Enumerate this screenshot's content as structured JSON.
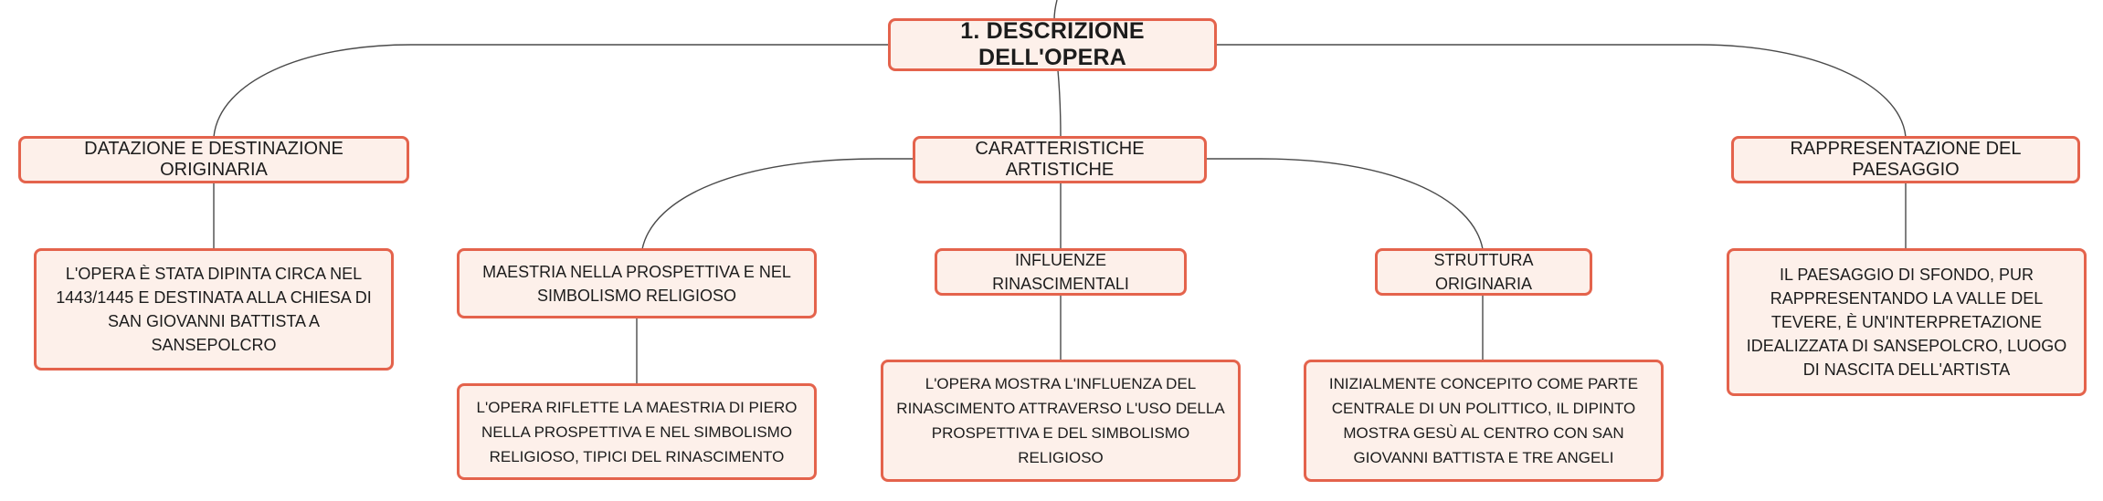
{
  "colors": {
    "node_border": "#e4634c",
    "node_fill": "#fdf0ea",
    "link": "#4a4a4a"
  },
  "root": {
    "label": "1. DESCRIZIONE DELL'OPERA"
  },
  "branches": {
    "datazione": {
      "label": "DATAZIONE E DESTINAZIONE ORIGINARIA",
      "detail": "L'OPERA È STATA DIPINTA CIRCA NEL 1443/1445 E DESTINATA ALLA CHIESA DI SAN GIOVANNI BATTISTA A SANSEPOLCRO"
    },
    "caratteristiche": {
      "label": "CARATTERISTICHE ARTISTICHE",
      "children": {
        "maestria": {
          "label": "MAESTRIA NELLA PROSPETTIVA E NEL SIMBOLISMO RELIGIOSO",
          "detail": "L'OPERA RIFLETTE LA MAESTRIA DI PIERO NELLA PROSPETTIVA E NEL SIMBOLISMO RELIGIOSO, TIPICI DEL RINASCIMENTO"
        },
        "influenze": {
          "label": "INFLUENZE RINASCIMENTALI",
          "detail": "L'OPERA MOSTRA L'INFLUENZA DEL RINASCIMENTO ATTRAVERSO L'USO DELLA PROSPETTIVA E DEL SIMBOLISMO RELIGIOSO"
        },
        "struttura": {
          "label": "STRUTTURA ORIGINARIA",
          "detail": "INIZIALMENTE CONCEPITO COME PARTE CENTRALE DI UN POLITTICO, IL DIPINTO MOSTRA GESÙ AL CENTRO CON SAN GIOVANNI BATTISTA E TRE ANGELI"
        }
      }
    },
    "paesaggio": {
      "label": "RAPPRESENTAZIONE DEL PAESAGGIO",
      "detail": "IL PAESAGGIO DI SFONDO, PUR RAPPRESENTANDO LA VALLE DEL TEVERE, È UN'INTERPRETAZIONE IDEALIZZATA DI SANSEPOLCRO, LUOGO DI NASCITA DELL'ARTISTA"
    }
  }
}
